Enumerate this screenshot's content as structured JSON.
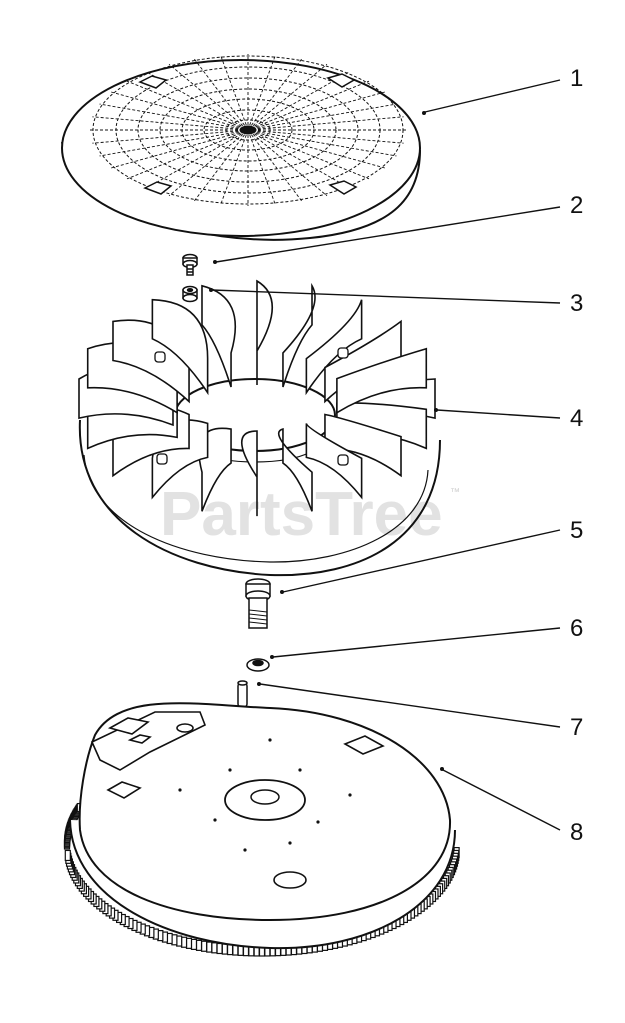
{
  "diagram": {
    "watermark": "PartsTree",
    "trademark": "™",
    "callouts": [
      {
        "id": 1,
        "label": "1",
        "part": "screen"
      },
      {
        "id": 2,
        "label": "2",
        "part": "screw"
      },
      {
        "id": 3,
        "label": "3",
        "part": "spacer"
      },
      {
        "id": 4,
        "label": "4",
        "part": "fan"
      },
      {
        "id": 5,
        "label": "5",
        "part": "bolt"
      },
      {
        "id": 6,
        "label": "6",
        "part": "washer"
      },
      {
        "id": 7,
        "label": "7",
        "part": "key"
      },
      {
        "id": 8,
        "label": "8",
        "part": "flywheel"
      }
    ]
  }
}
